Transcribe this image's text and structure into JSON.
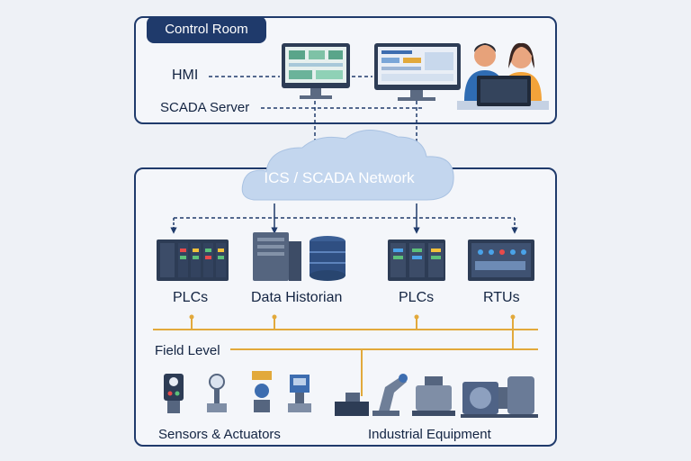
{
  "control_room": {
    "title": "Control Room",
    "hmi_label": "HMI",
    "scada_label": "SCADA Server"
  },
  "network": {
    "label": "ICS / SCADA Network"
  },
  "devices": {
    "plc_left": "PLCs",
    "historian": "Data Historian",
    "plc_right": "PLCs",
    "rtus": "RTUs"
  },
  "field": {
    "label": "Field Level",
    "sensors_label": "Sensors & Actuators",
    "equipment_label": "Industrial Equipment"
  },
  "colors": {
    "navy": "#1f3a6b",
    "bus": "#e2a93b",
    "cloud": "#c3d6ee",
    "accent": "#3d6db0"
  }
}
